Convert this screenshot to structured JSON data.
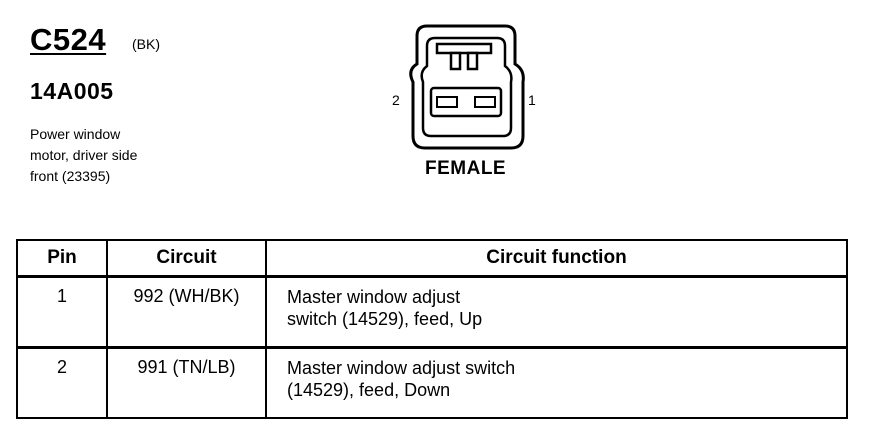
{
  "connector": {
    "id": "C524",
    "color_code": "(BK)",
    "part_number": "14A005",
    "description_lines": [
      "Power window",
      "motor, driver side",
      "front (23395)"
    ],
    "gender": "FEMALE",
    "pin_labels": {
      "left": "2",
      "right": "1"
    }
  },
  "table": {
    "headers": {
      "pin": "Pin",
      "circuit": "Circuit",
      "function": "Circuit function"
    },
    "rows": [
      {
        "pin": "1",
        "circuit": "992 (WH/BK)",
        "function_lines": [
          "Master window adjust",
          "switch (14529), feed, Up"
        ]
      },
      {
        "pin": "2",
        "circuit": "991 (TN/LB)",
        "function_lines": [
          "Master window adjust switch",
          "(14529), feed, Down"
        ]
      }
    ]
  },
  "colors": {
    "ink": "#000000",
    "background": "#ffffff"
  }
}
